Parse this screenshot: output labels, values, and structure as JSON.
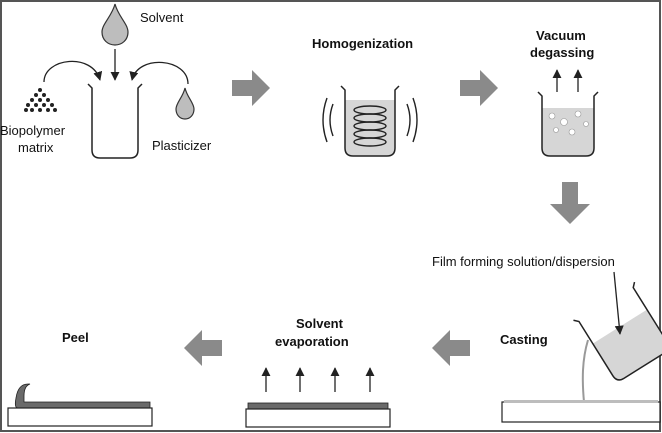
{
  "labels": {
    "solvent": "Solvent",
    "biopolymer_line1": "Biopolymer",
    "biopolymer_line2": "matrix",
    "plasticizer": "Plasticizer",
    "homogenization": "Homogenization",
    "vacuum_line1": "Vacuum",
    "vacuum_line2": "degassing",
    "film_forming": "Film forming solution/dispersion",
    "casting": "Casting",
    "solvent_evap_line1": "Solvent",
    "solvent_evap_line2": "evaporation",
    "peel": "Peel"
  },
  "colors": {
    "border": "#555555",
    "arrow_gray": "#8a8a8a",
    "line": "#222222",
    "liquid": "#d6d6d6",
    "film": "#6a6a6a",
    "drop": "#bdbdbd"
  }
}
